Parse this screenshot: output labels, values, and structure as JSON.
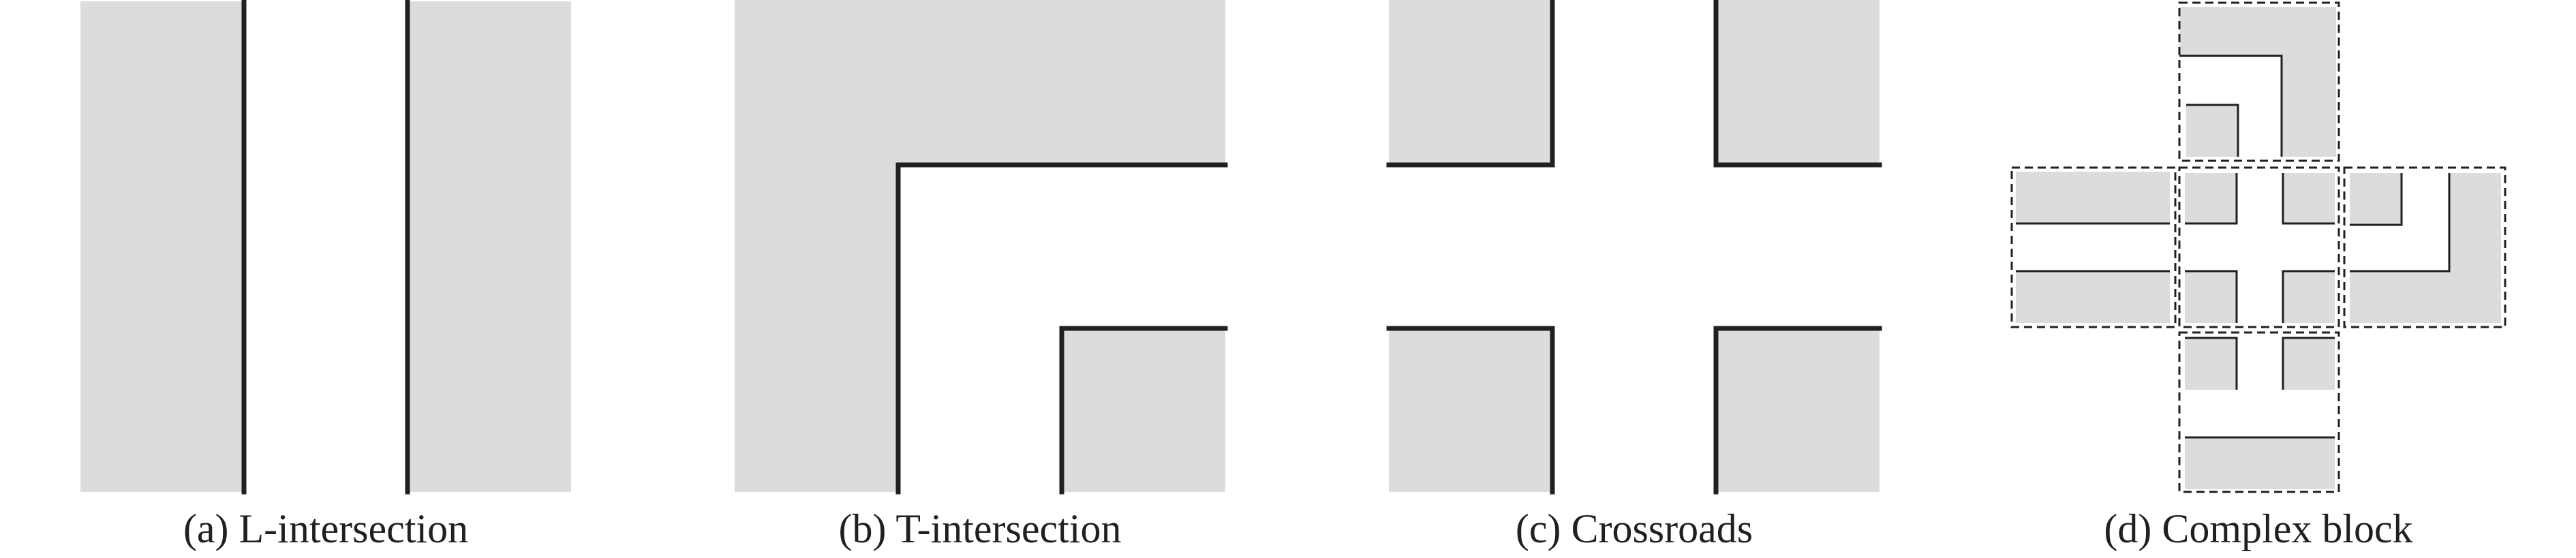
{
  "captions": {
    "a": "(a) L-intersection",
    "b": "(b) T-intersection",
    "c": "(c) Crossroads",
    "d": "(d) Complex block"
  },
  "colors": {
    "block_fill": "#dcdcdd",
    "wall_stroke": "#231f20",
    "background": "#ffffff"
  }
}
